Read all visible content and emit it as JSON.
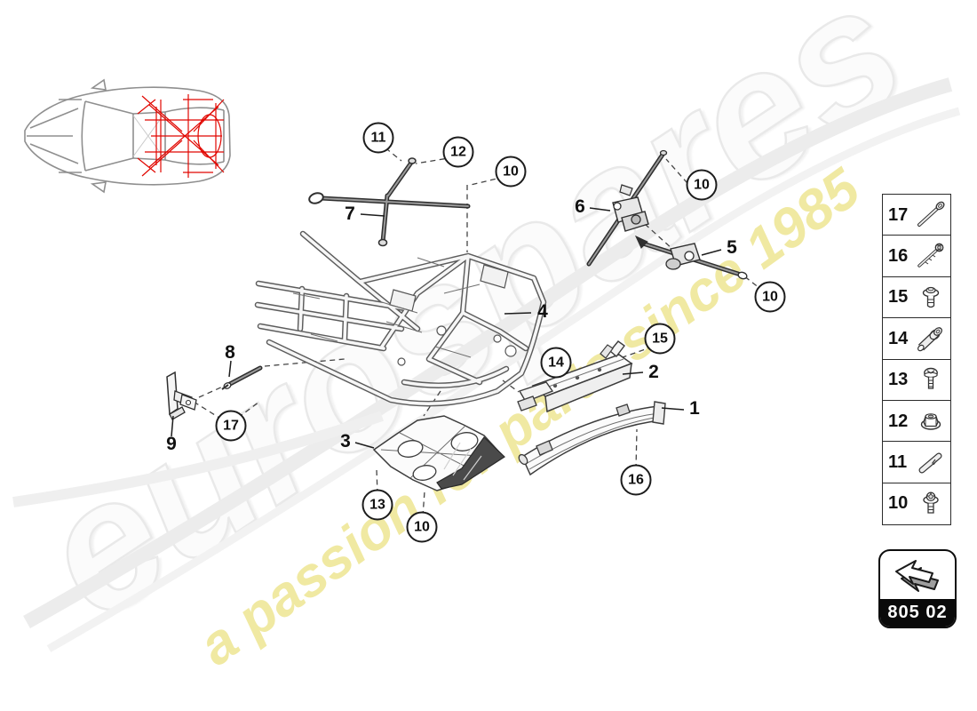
{
  "page": {
    "code": "805 02"
  },
  "watermarks": {
    "brand": "eurospares",
    "tagline": "a passion for parts since 1985",
    "brand_color": "#ededed",
    "tagline_color": "#f0e9a2"
  },
  "colors": {
    "highlight_red": "#e10600",
    "outline_gray": "#8f8f8f",
    "line_dark": "#2f2f2f"
  },
  "locator": {
    "vehicle": "car-top-view",
    "highlight": "rear-chassis-red"
  },
  "callouts": [
    {
      "label": "11"
    },
    {
      "label": "12"
    },
    {
      "label": "10"
    },
    {
      "label": "10"
    },
    {
      "label": "10"
    },
    {
      "label": "15"
    },
    {
      "label": "14"
    },
    {
      "label": "17"
    },
    {
      "label": "13"
    },
    {
      "label": "10"
    },
    {
      "label": "16"
    }
  ],
  "part_labels": [
    {
      "label": "7"
    },
    {
      "label": "6"
    },
    {
      "label": "5"
    },
    {
      "label": "4"
    },
    {
      "label": "2"
    },
    {
      "label": "1"
    },
    {
      "label": "8"
    },
    {
      "label": "9"
    },
    {
      "label": "3"
    }
  ],
  "sidebar": {
    "items": [
      {
        "label": "17",
        "icon": "long-pin-bolt-icon"
      },
      {
        "label": "16",
        "icon": "threaded-rod-nut-icon"
      },
      {
        "label": "15",
        "icon": "flange-bolt-icon"
      },
      {
        "label": "14",
        "icon": "sleeve-bushing-icon"
      },
      {
        "label": "13",
        "icon": "dome-screw-icon"
      },
      {
        "label": "12",
        "icon": "flange-nut-icon"
      },
      {
        "label": "11",
        "icon": "dowel-pin-icon"
      },
      {
        "label": "10",
        "icon": "torx-flange-bolt-icon"
      }
    ]
  },
  "footer_box": {
    "code": "805 02",
    "icon": "back-arrow-icon"
  }
}
